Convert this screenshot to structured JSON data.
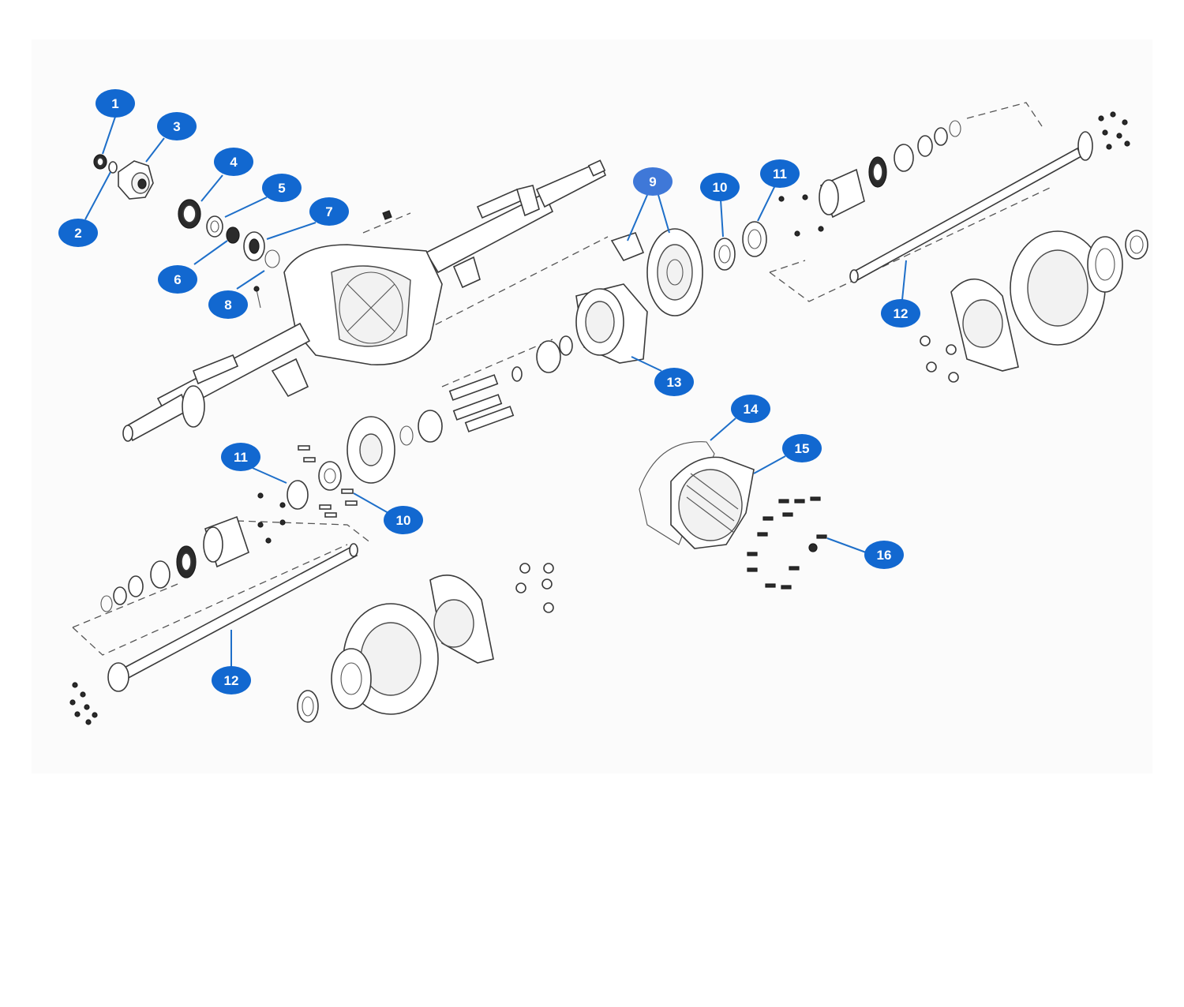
{
  "diagram": {
    "accent_color": "#1268d0",
    "callouts": [
      {
        "id": "c1",
        "label": "1"
      },
      {
        "id": "c2",
        "label": "2"
      },
      {
        "id": "c3",
        "label": "3"
      },
      {
        "id": "c4",
        "label": "4"
      },
      {
        "id": "c5",
        "label": "5"
      },
      {
        "id": "c6",
        "label": "6"
      },
      {
        "id": "c7",
        "label": "7"
      },
      {
        "id": "c8",
        "label": "8"
      },
      {
        "id": "c9",
        "label": "9"
      },
      {
        "id": "c10a",
        "label": "10"
      },
      {
        "id": "c11a",
        "label": "11"
      },
      {
        "id": "c12a",
        "label": "12"
      },
      {
        "id": "c13",
        "label": "13"
      },
      {
        "id": "c14",
        "label": "14"
      },
      {
        "id": "c15",
        "label": "15"
      },
      {
        "id": "c16",
        "label": "16"
      },
      {
        "id": "c11b",
        "label": "11"
      },
      {
        "id": "c10b",
        "label": "10"
      },
      {
        "id": "c12b",
        "label": "12"
      }
    ]
  }
}
